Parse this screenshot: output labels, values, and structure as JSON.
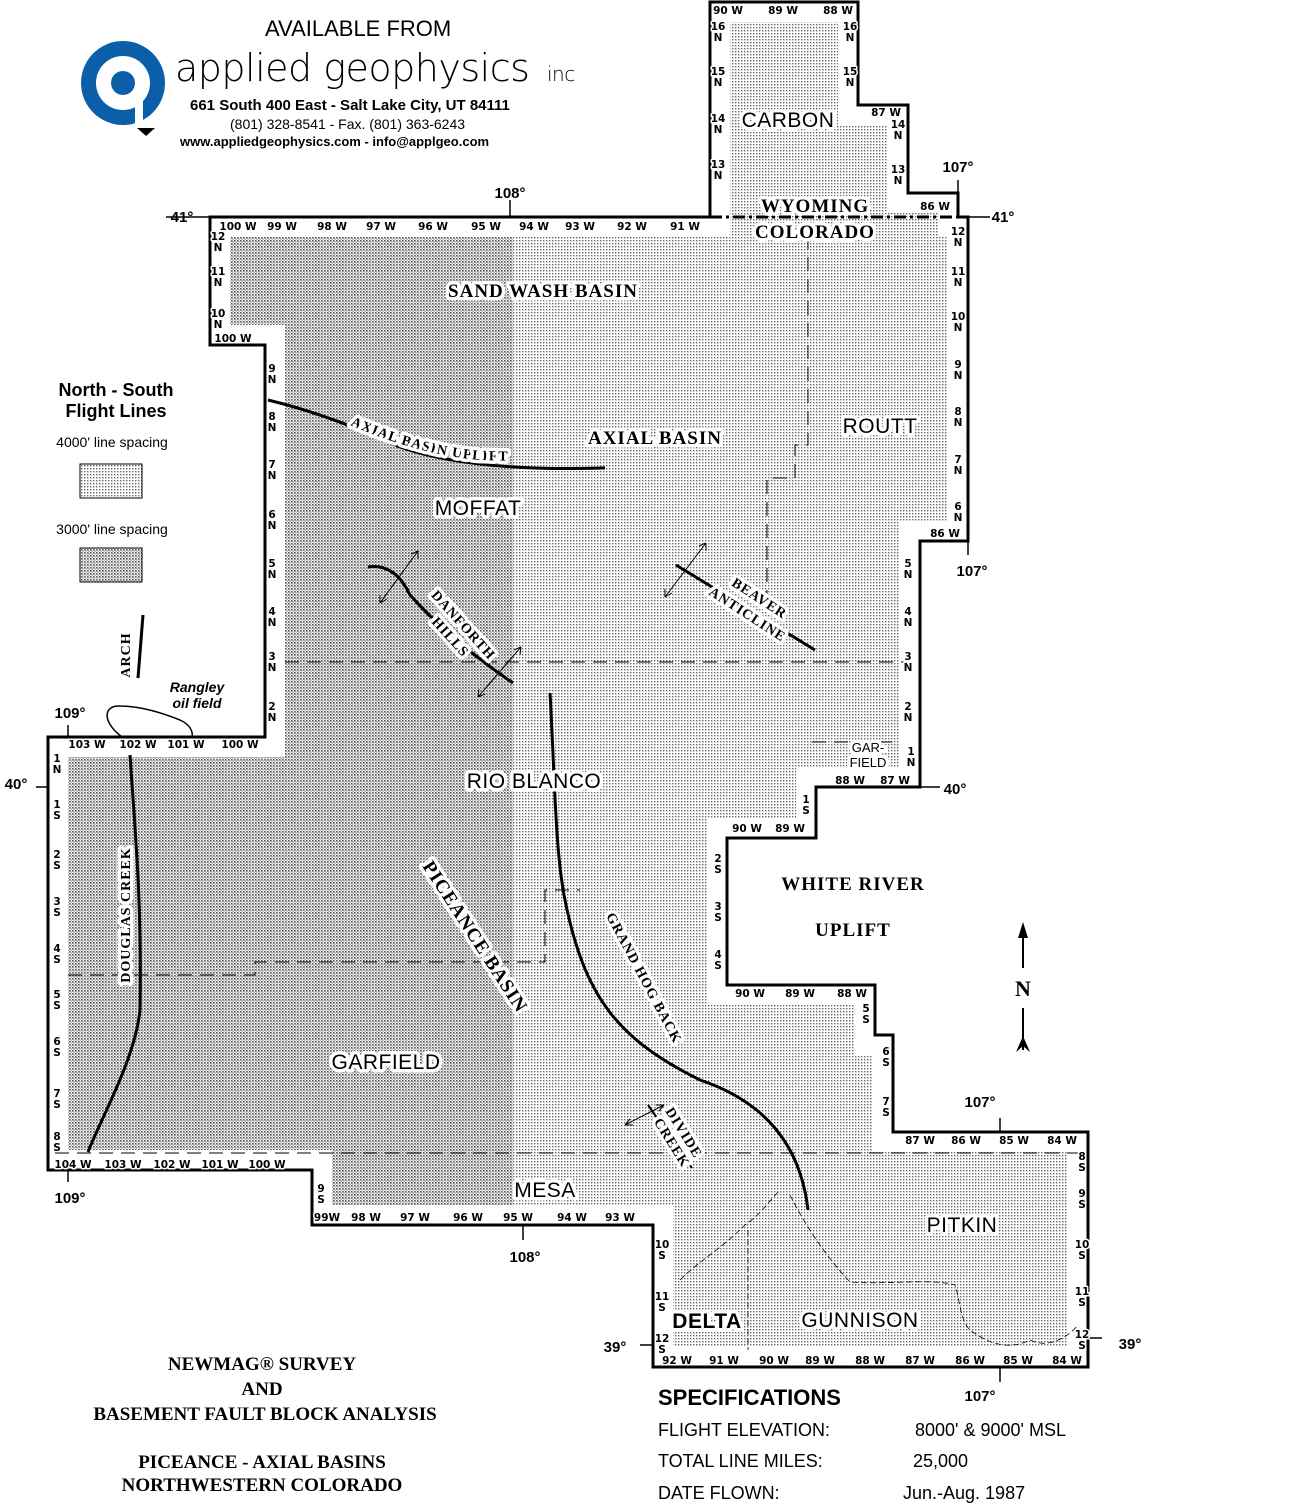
{
  "header": {
    "available": "AVAILABLE FROM",
    "company": "applied geophysics",
    "company_suffix": "inc",
    "address": "661 South 400 East - Salt Lake City, UT  84111",
    "phone": "(801) 328-8541 - Fax. (801) 363-6243",
    "web": "www.appliedgeophysics.com - info@applgeo.com",
    "logo_color": "#0b5fa8"
  },
  "legend": {
    "title_line1": "North - South",
    "title_line2": "Flight Lines",
    "item1": "4000' line spacing",
    "item2": "3000' line spacing"
  },
  "title_block": {
    "line1": "NEWMAG® SURVEY",
    "line2": "AND",
    "line3": "BASEMENT FAULT BLOCK ANALYSIS",
    "line4": "PICEANCE - AXIAL BASINS",
    "line5": "NORTHWESTERN COLORADO"
  },
  "specifications": {
    "title": "SPECIFICATIONS",
    "rows": [
      {
        "label": "FLIGHT ELEVATION:",
        "value": "8000' &  9000' MSL"
      },
      {
        "label": "TOTAL LINE MILES:",
        "value": "25,000"
      },
      {
        "label": "DATE FLOWN:",
        "value": "Jun.-Aug.  1987"
      }
    ]
  },
  "places": {
    "carbon": "CARBON",
    "wyoming": "WYOMING",
    "colorado": "COLORADO",
    "sand_wash": "SAND  WASH  BASIN",
    "axial_basin": "AXIAL    BASIN",
    "routt": "ROUTT",
    "axial_uplift": "AXIAL  BASIN  UPLIFT",
    "moffat": "MOFFAT",
    "danforth1": "DANFORTH",
    "danforth2": "HILLS",
    "beaver1": "BEAVER",
    "beaver2": "ANTICLINE",
    "arch": "ARCH",
    "rangley1": "Rangley",
    "rangley2": "oil field",
    "rio_blanco": "RIO   BLANCO",
    "garfield_small1": "GAR-",
    "garfield_small2": "FIELD",
    "white_river": "WHITE    RIVER",
    "uplift": "UPLIFT",
    "piceance": "PICEANCE   BASIN",
    "grand_hogback": "GRAND  HOG  BACK",
    "douglas_creek": "DOUGLAS    CREEK",
    "garfield": "GARFIELD",
    "mesa": "MESA",
    "divide1": "DIVIDE",
    "divide2": "CREEK",
    "pitkin": "PITKIN",
    "delta": "DELTA",
    "gunnison": "GUNNISON",
    "north": "N"
  },
  "degree_labels": [
    "41°",
    "41°",
    "108°",
    "107°",
    "107°",
    "40°",
    "40°",
    "109°",
    "109°",
    "108°",
    "39°",
    "39°",
    "107°",
    "107°"
  ],
  "grid_labels": [
    "100 W",
    "99 W",
    "98 W",
    "97 W",
    "96 W",
    "95 W",
    "94 W",
    "93 W",
    "92 W",
    "91 W",
    "90 W",
    "89 W",
    "88 W",
    "87 W",
    "86 W",
    "86 W",
    "16 N",
    "15 N",
    "14 N",
    "13 N",
    "16 N",
    "15 N",
    "14 N",
    "13 N",
    "12 N",
    "11 N",
    "10 N",
    "9 N",
    "8 N",
    "7 N",
    "6 N",
    "5 N",
    "4 N",
    "3 N",
    "2 N",
    "1 N",
    "88 W",
    "87 W",
    "1 S",
    "90 W",
    "89 W",
    "2 S",
    "3 S",
    "4 S",
    "90 W",
    "89 W",
    "88 W",
    "5 S",
    "6 S",
    "7 S",
    "87 W",
    "86 W",
    "85 W",
    "84 W",
    "8 S",
    "9 S",
    "10 S",
    "11 S",
    "12 S",
    "92 W",
    "91 W",
    "90 W",
    "89 W",
    "88 W",
    "87 W",
    "86 W",
    "85 W",
    "84 W",
    "10 S",
    "11 S",
    "12 S",
    "93 W",
    "94 W",
    "95 W",
    "96 W",
    "97 W",
    "98 W",
    "99W",
    "9 S",
    "104 W",
    "103 W",
    "102 W",
    "101 W",
    "100 W",
    "1 N",
    "1 S",
    "2 S",
    "3 S",
    "4 S",
    "5 S",
    "6 S",
    "7 S",
    "8 S",
    "103 W",
    "102 W",
    "101 W",
    "100 W",
    "2 N",
    "3 N",
    "4 N",
    "5 N",
    "6 N",
    "7 N",
    "8 N",
    "9 N",
    "100 W",
    "12 N",
    "11 N",
    "10 N"
  ]
}
